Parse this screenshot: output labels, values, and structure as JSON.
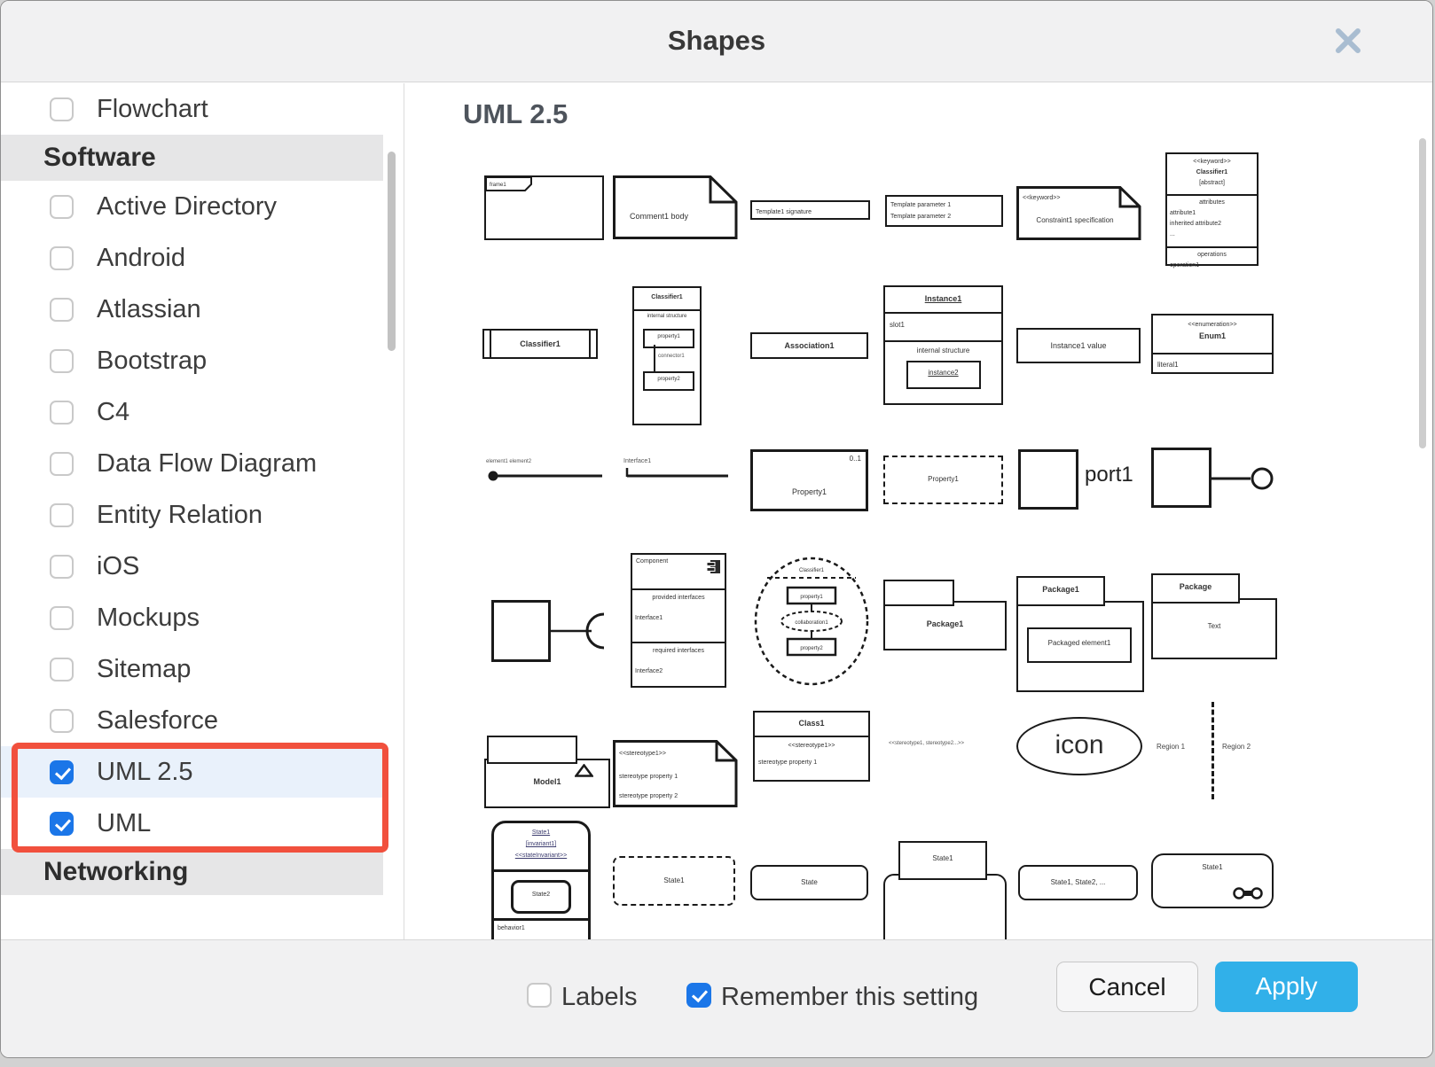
{
  "dialog": {
    "title": "Shapes"
  },
  "colors": {
    "accent_blue": "#1b76e8",
    "apply_blue": "#31b0e9",
    "highlight_red": "#f1503d",
    "selected_row": "#e9f1fb"
  },
  "sidebar": {
    "items": [
      {
        "label": "Flowchart",
        "type": "item",
        "checked": false
      },
      {
        "label": "Software",
        "type": "header"
      },
      {
        "label": "Active Directory",
        "type": "item",
        "checked": false
      },
      {
        "label": "Android",
        "type": "item",
        "checked": false
      },
      {
        "label": "Atlassian",
        "type": "item",
        "checked": false
      },
      {
        "label": "Bootstrap",
        "type": "item",
        "checked": false
      },
      {
        "label": "C4",
        "type": "item",
        "checked": false
      },
      {
        "label": "Data Flow Diagram",
        "type": "item",
        "checked": false
      },
      {
        "label": "Entity Relation",
        "type": "item",
        "checked": false
      },
      {
        "label": "iOS",
        "type": "item",
        "checked": false
      },
      {
        "label": "Mockups",
        "type": "item",
        "checked": false
      },
      {
        "label": "Sitemap",
        "type": "item",
        "checked": false
      },
      {
        "label": "Salesforce",
        "type": "item",
        "checked": false
      },
      {
        "label": "UML 2.5",
        "type": "item",
        "checked": true,
        "selected": true,
        "highlighted": true
      },
      {
        "label": "UML",
        "type": "item",
        "checked": true,
        "highlighted": true
      },
      {
        "label": "Networking",
        "type": "header"
      }
    ]
  },
  "main": {
    "title": "UML 2.5"
  },
  "shapes": {
    "frame": {
      "label": "frame1"
    },
    "comment": {
      "body": "Comment1 body"
    },
    "template_signature": {
      "label": "Template1 signature"
    },
    "template_params": {
      "line1": "Template parameter 1",
      "line2": "Template parameter 2"
    },
    "constraint": {
      "keyword": "<<keyword>>",
      "spec": "Constraint1 specification"
    },
    "classifier_full": {
      "keyword": "<<keyword>>",
      "name": "Classifier1",
      "abstract": "[abstract]",
      "attr_title": "attributes",
      "attr1": "attribute1",
      "attr2": "inherited attribute2",
      "ellipsis": "...",
      "op_title": "operations",
      "op1": "operation1"
    },
    "classifier_simple": {
      "name": "Classifier1"
    },
    "structured": {
      "name": "Classifier1",
      "section": "internal structure",
      "p1": "property1",
      "connector": "connector1",
      "p2": "property2"
    },
    "association": {
      "name": "Association1"
    },
    "instance": {
      "name": "Instance1",
      "slot": "slot1",
      "section": "internal structure",
      "inner": "instance2"
    },
    "instance_value": {
      "label": "Instance1 value"
    },
    "enum": {
      "stereo": "<<enumeration>>",
      "name": "Enum1",
      "literal": "literal1"
    },
    "assoc_dot": {
      "label": "element1 element2"
    },
    "interface_line": {
      "label": "Interface1"
    },
    "property_mult": {
      "mult": "0..1",
      "name": "Property1"
    },
    "property_dashed": {
      "name": "Property1"
    },
    "port": {
      "label": "port1"
    },
    "ball": {},
    "socket": {},
    "component": {
      "name": "Component",
      "provided_title": "provided interfaces",
      "provided": "Interface1",
      "required_title": "required interfaces",
      "required": "Interface2"
    },
    "collaboration": {
      "name": "Classifier1",
      "part1": "property1",
      "middle": "collaboration1",
      "part2": "property2"
    },
    "package_simple": {
      "name": "Package1"
    },
    "package_element": {
      "name": "Package1",
      "inner": "Packaged element1"
    },
    "package_text": {
      "name": "Package",
      "body": "Text"
    },
    "model": {
      "name": "Model1"
    },
    "stereo_note": {
      "stereo": "<<stereotype1>>",
      "p1": "stereotype property 1",
      "p2": "stereotype property 2"
    },
    "class_stereo": {
      "name": "Class1",
      "stereo": "<<stereotype1>>",
      "p1": "stereotype property 1"
    },
    "stereo_text": {
      "label": "<<stereotype1, stereotype2...>>"
    },
    "icon_ellipse": {
      "label": "icon"
    },
    "regions": {
      "r1": "Region 1",
      "r2": "Region 2"
    },
    "state_full": {
      "name": "State1",
      "invariant": "[invariant1]",
      "stereo": "<<stateInvariant>>",
      "inner": "State2",
      "behavior": "behavior1"
    },
    "state_dashed": {
      "name": "State1"
    },
    "state_plain": {
      "name": "State"
    },
    "state_composite": {
      "tab": "State1"
    },
    "state_list": {
      "label": "State1, State2, ..."
    },
    "state_icon": {
      "name": "State1"
    }
  },
  "footer": {
    "labels_label": "Labels",
    "labels_checked": false,
    "remember_label": "Remember this setting",
    "remember_checked": true,
    "cancel_label": "Cancel",
    "apply_label": "Apply"
  }
}
